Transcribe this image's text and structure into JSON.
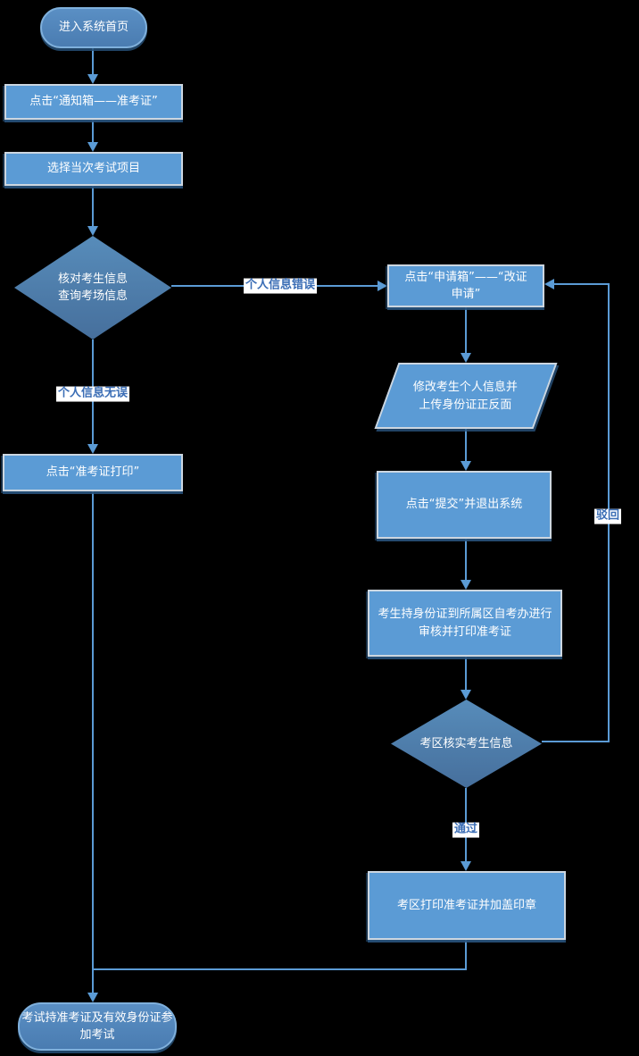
{
  "diagram": {
    "kind": "flowchart",
    "background_color": "#000000",
    "colors": {
      "process_fill": "#5b9bd5",
      "process_border": "#ccd6e0",
      "terminator_fill": "#4f83b8",
      "decision_fill": "#4e7fac",
      "connector": "#5b9bd5",
      "edge_label_text": "#3a6db5",
      "edge_label_background": "#ffffff",
      "shape_text": "#ffffff"
    }
  },
  "nodes": {
    "start": {
      "type": "terminator",
      "label": "进入系统首页"
    },
    "click_notify_box": {
      "type": "process",
      "label": "点击“通知箱——准考证”"
    },
    "select_exam": {
      "type": "process",
      "label": "选择当次考试项目"
    },
    "verify_info_decision": {
      "type": "decision",
      "label": "核对考生信息\n查询考场信息"
    },
    "click_print": {
      "type": "process",
      "label": "点击“准考证打印”"
    },
    "click_apply_box": {
      "type": "process",
      "label": "点击“申请箱”——“改证\n申请”"
    },
    "modify_info": {
      "type": "io",
      "label": "修改考生个人信息并\n上传身份证正反面"
    },
    "click_submit": {
      "type": "process",
      "label": "点击“提交”并退出系统"
    },
    "onsite_review": {
      "type": "process",
      "label": "考生持身份证到所属区自考办进行\n审核并打印准考证"
    },
    "district_verify_decision": {
      "type": "decision",
      "label": "考区核实考生信息"
    },
    "district_print": {
      "type": "process",
      "label": "考区打印准考证并加盖印章"
    },
    "end": {
      "type": "terminator",
      "label": "考试持准考证及有效身份证参\n加考试"
    }
  },
  "edge_labels": {
    "info_correct": "个人信息无误",
    "info_error": "个人信息错误",
    "rejected": "驳回",
    "passed": "通过"
  }
}
